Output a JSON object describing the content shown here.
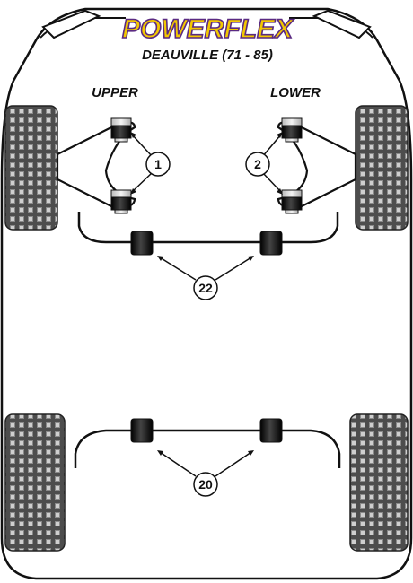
{
  "brand": {
    "name": "Powerflex",
    "logo_colors": {
      "fill": "#f2c800",
      "stroke": "#5a2a82"
    }
  },
  "model_title": "DEAUVILLE (71 - 85)",
  "labels": {
    "upper": "UPPER",
    "lower": "LOWER"
  },
  "callouts": [
    {
      "id": "upper-arm",
      "number": "1"
    },
    {
      "id": "lower-arm",
      "number": "2"
    },
    {
      "id": "front-anti-roll-bar",
      "number": "22"
    },
    {
      "id": "rear-anti-roll-bar",
      "number": "20"
    }
  ],
  "colors": {
    "outline": "#111111",
    "tyre": "#555555",
    "bush": "#1a1a1a",
    "arm_fill": "#ffffff"
  }
}
